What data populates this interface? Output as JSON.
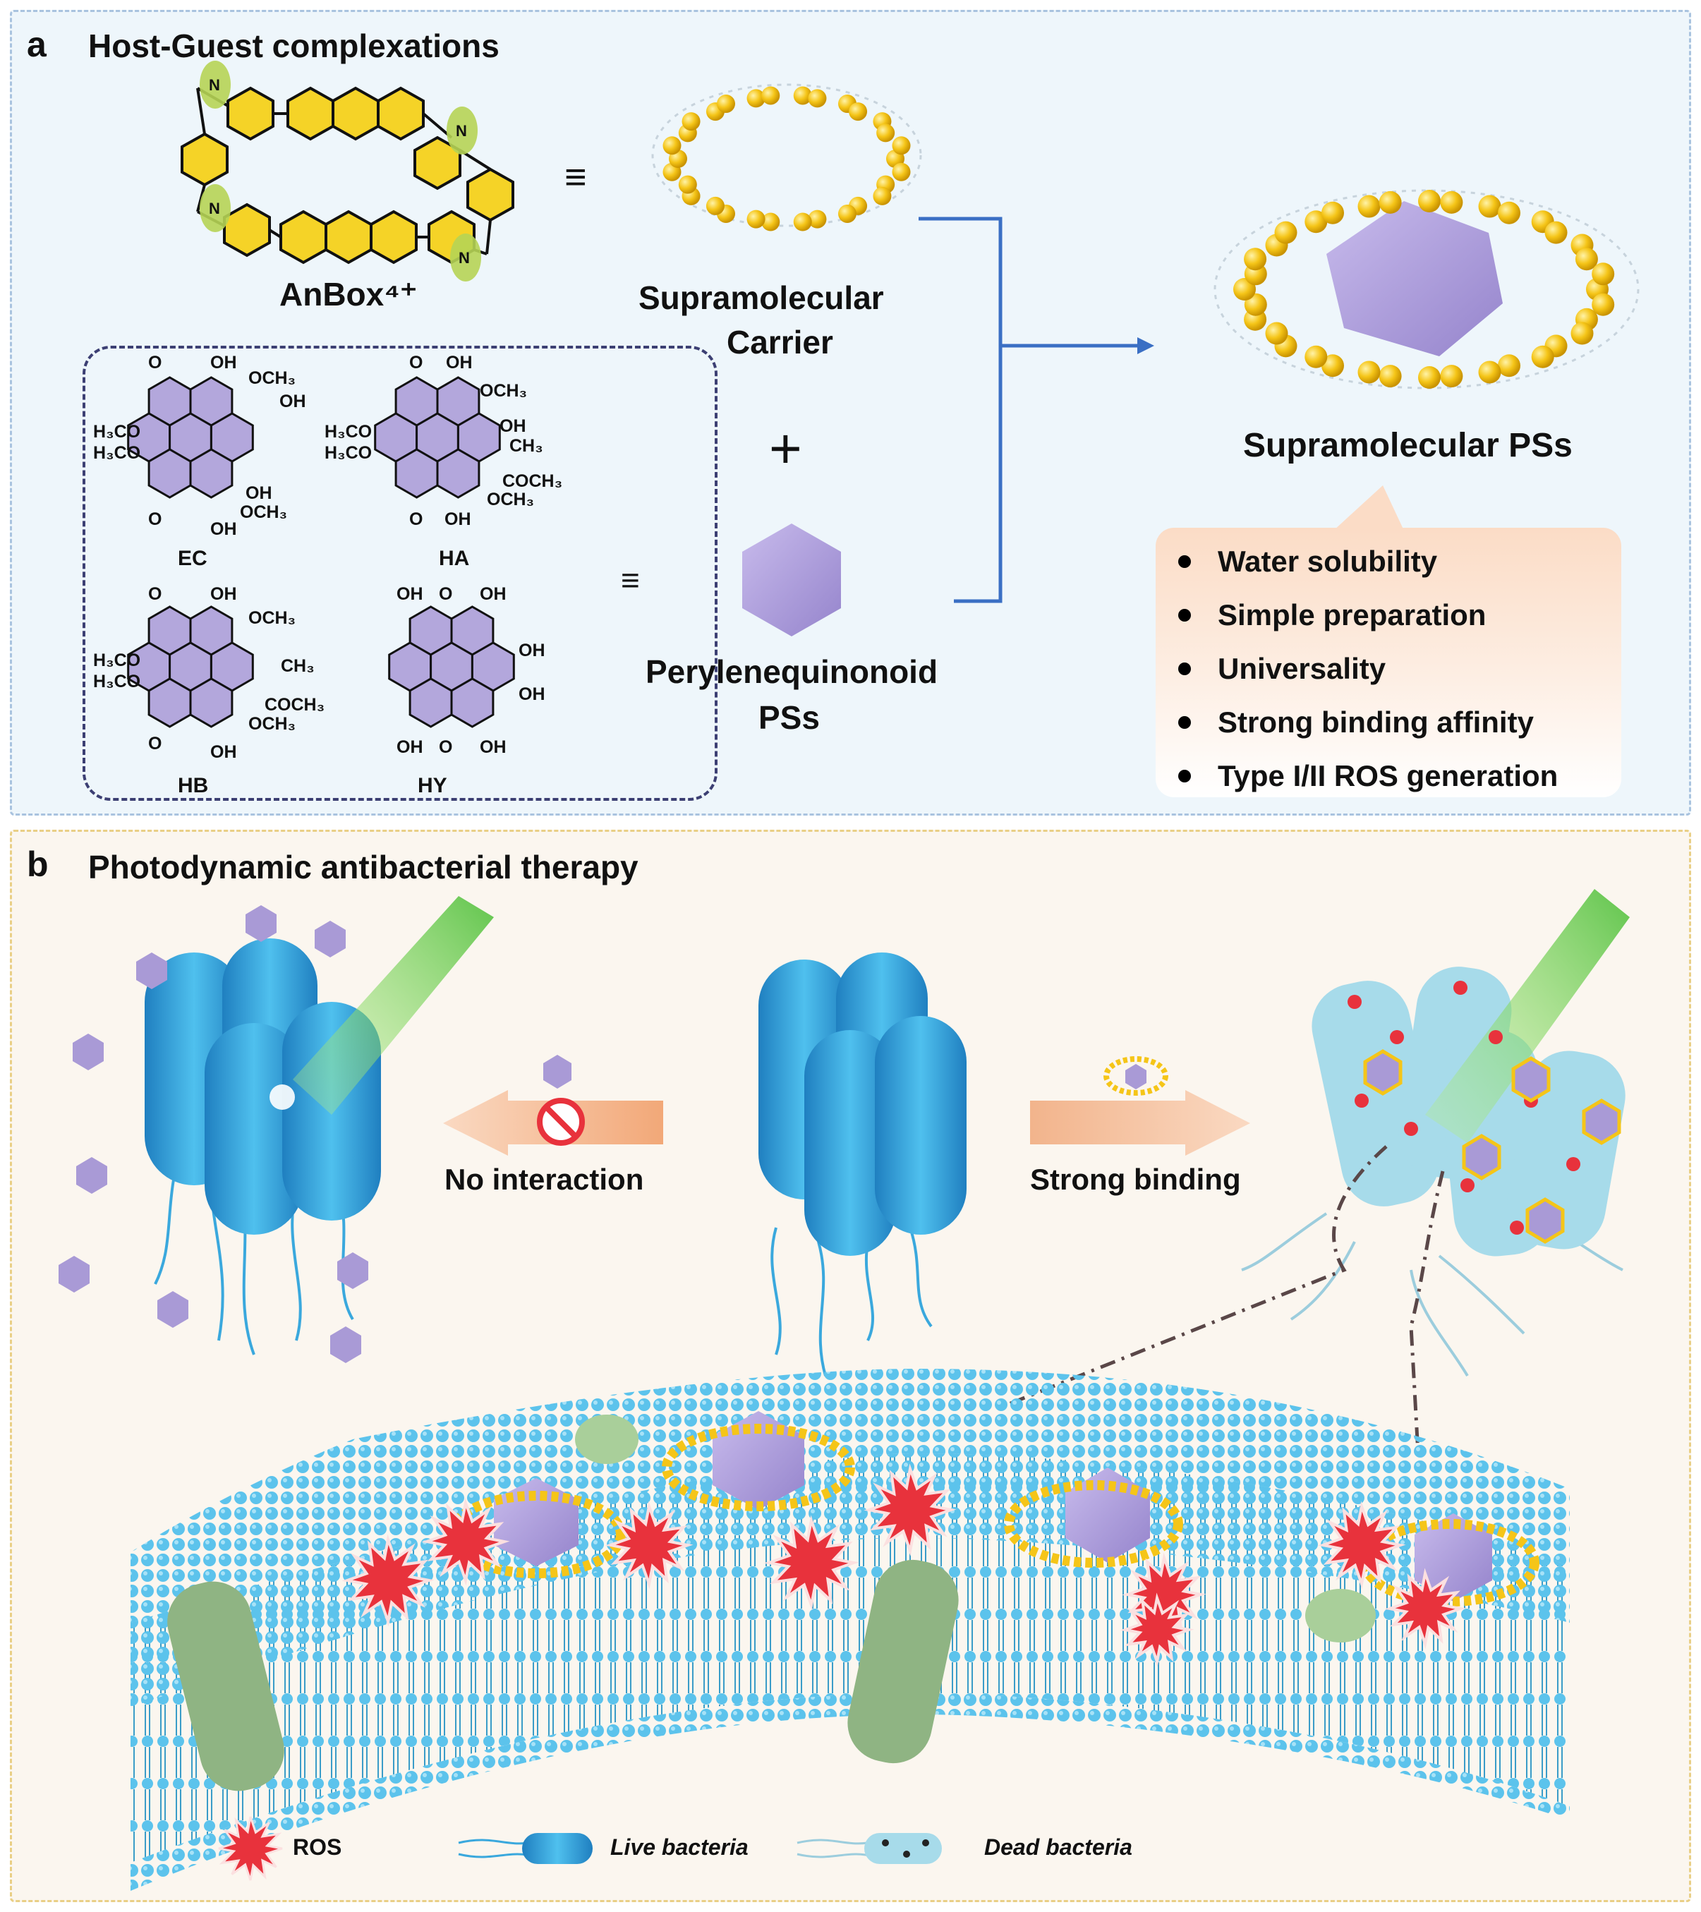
{
  "panel_a": {
    "letter": "a",
    "title": "Host-Guest complexations",
    "host_label": "AnBox⁴⁺",
    "equiv_symbol": "≡",
    "carrier_label_line1": "Supramolecular",
    "carrier_label_line2": "Carrier",
    "plus_symbol": "+",
    "ps_label_line1": "Perylenequinonoid",
    "ps_label_line2": "PSs",
    "product_label": "Supramolecular PSs",
    "molecules": [
      {
        "name": "EC"
      },
      {
        "name": "HA"
      },
      {
        "name": "HB"
      },
      {
        "name": "HY"
      }
    ],
    "substituents": {
      "oh": "OH",
      "och3": "OCH₃",
      "h3co": "H₃CO",
      "ch3": "CH₃",
      "coch3": "COCH₃",
      "o": "O"
    },
    "features": [
      "Water solubility",
      "Simple preparation",
      "Universality",
      "Strong binding affinity",
      "Type I/II ROS generation"
    ]
  },
  "panel_b": {
    "letter": "b",
    "title": "Photodynamic antibacterial therapy",
    "left_arrow_label": "No interaction",
    "right_arrow_label": "Strong binding",
    "legend": {
      "ros": "ROS",
      "live": "Live bacteria",
      "dead": "Dead bacteria"
    }
  },
  "colors": {
    "panel_a_bg": "#eef6fb",
    "panel_b_bg": "#fbf6ef",
    "host_yellow": "#f5c518",
    "guest_purple": "#a99ad6",
    "bacteria_blue": "#3aa8dd",
    "membrane_blue": "#5ec2e8",
    "ros_red": "#e8323c",
    "arrow_blue": "#3a6fc4",
    "arrow_peach": "#f2b48c"
  }
}
